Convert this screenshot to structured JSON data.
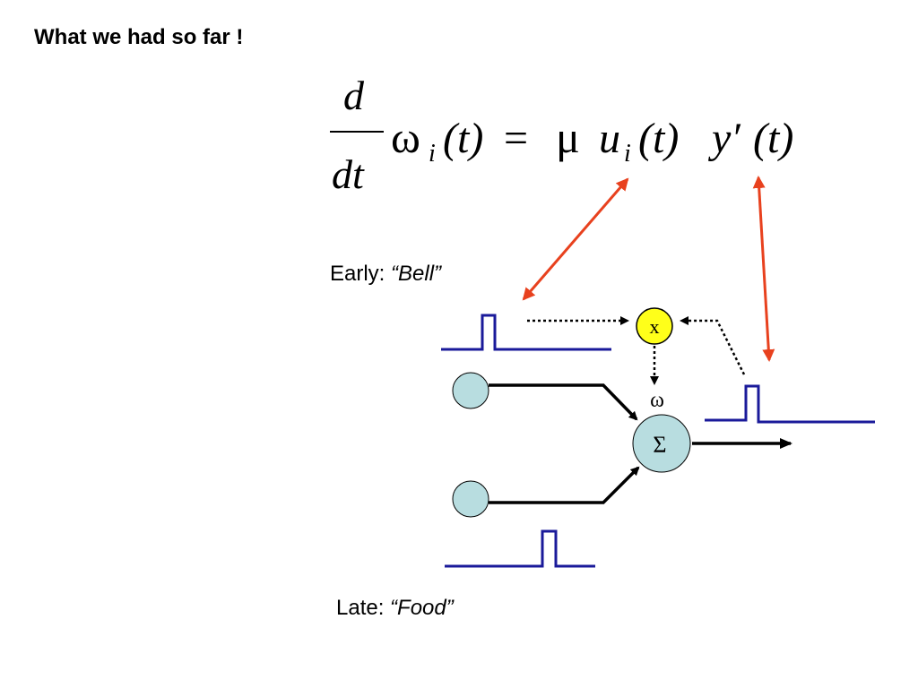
{
  "slide": {
    "title": "What we had so far !"
  },
  "equation": {
    "numerator": "d",
    "denominator": "dt",
    "omega": "ω",
    "omega_subscript": "i",
    "lhs_arg": "(t)",
    "equals": "=",
    "mu": "μ",
    "u": "u",
    "u_subscript": "i",
    "u_arg": "(t)",
    "y": "y′",
    "y_arg": "(t)"
  },
  "diagram": {
    "early_label": "Early: ",
    "early_stimulus": "“Bell”",
    "late_label": "Late: ",
    "late_stimulus": "“Food”",
    "multiply_node": "x",
    "weight_label": "ω",
    "sum_node": "Σ",
    "colors": {
      "pulse": "#1a1a9a",
      "arrow_red": "#e8411e",
      "multiply_fill": "#ffff1a",
      "input_fill": "#b8dde0",
      "sum_fill": "#b8dde0"
    }
  }
}
